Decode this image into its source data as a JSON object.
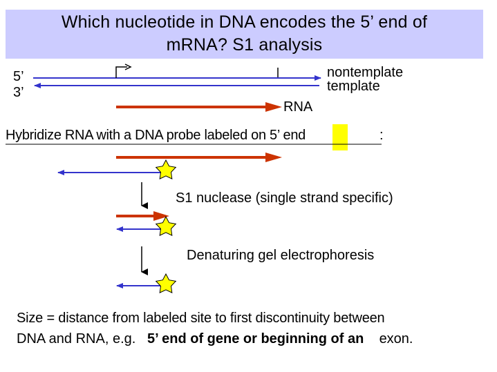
{
  "title": {
    "line1": "Which nucleotide in DNA encodes the 5’ end of",
    "line2": "mRNA?   S1 analysis"
  },
  "labels": {
    "five_prime": "5’",
    "three_prime": "3’",
    "nontemplate": "nontemplate",
    "template": "template",
    "rna": "RNA"
  },
  "steps": {
    "hybridize": "Hybridize RNA with a DNA probe labeled on 5’ end",
    "hybridize_colon": ":",
    "s1": "S1 nuclease (single strand specific)",
    "denaturing": "Denaturing gel electrophoresis"
  },
  "conclusion": {
    "line1": "Size = distance from labeled site to first discontinuity between",
    "line2_pre": "DNA and RNA, e.g.  ",
    "line2_bold": "5’ end of gene or beginning of an",
    "line2_post": "exon."
  },
  "colors": {
    "dna_strand": "#3333cc",
    "rna_strand": "#cc3300",
    "label_star": "#ffff00",
    "title_band": "#ccccff"
  }
}
